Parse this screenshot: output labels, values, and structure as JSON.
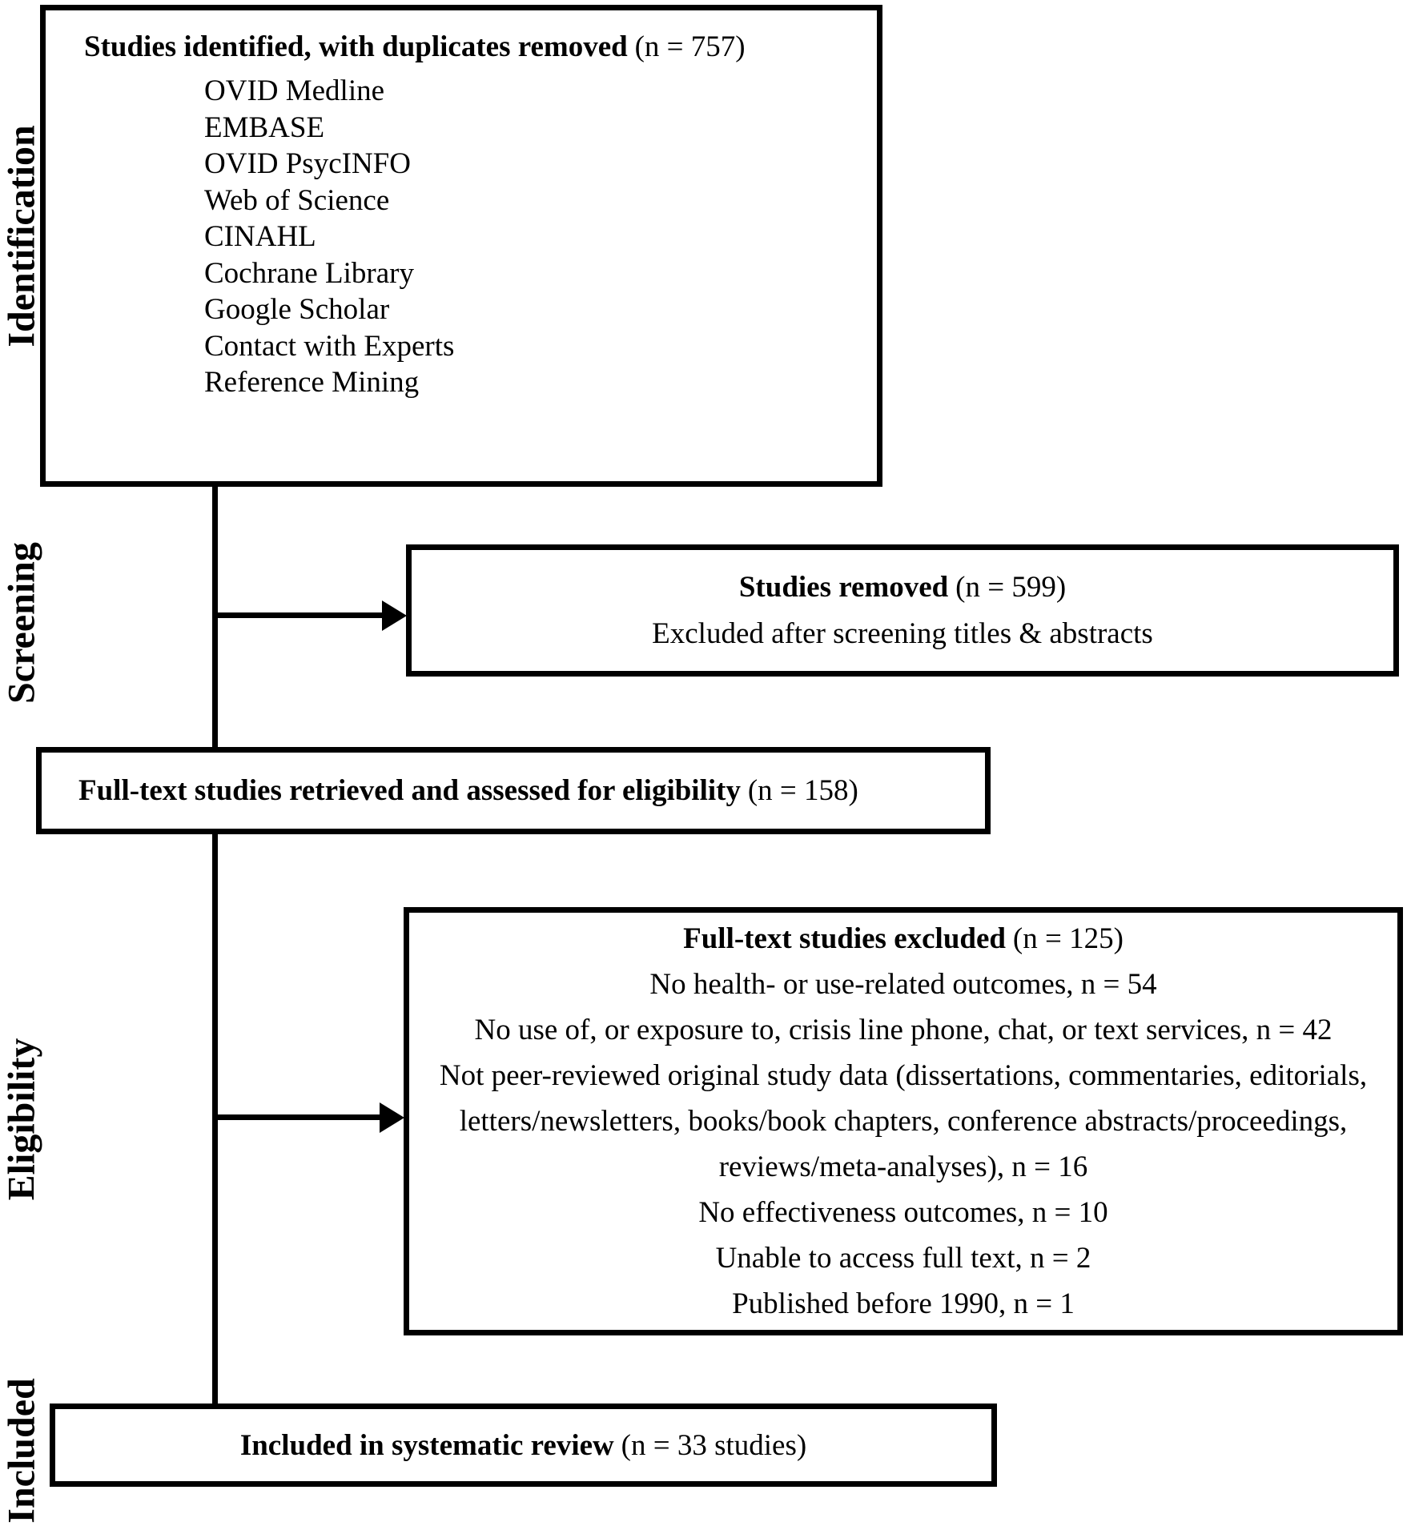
{
  "diagram": {
    "stages": {
      "identification": "Identification",
      "screening": "Screening",
      "eligibility": "Eligibility",
      "included": "Included"
    },
    "boxes": {
      "identified": {
        "title": "Studies identified, with duplicates removed",
        "count": "(n = 757)",
        "sources": [
          "OVID Medline",
          "EMBASE",
          "OVID PsycINFO",
          "Web of Science",
          "CINAHL",
          "Cochrane Library",
          "Google Scholar",
          "Contact with Experts",
          "Reference Mining"
        ]
      },
      "removed": {
        "title": "Studies removed",
        "count": "(n = 599)",
        "detail": "Excluded after screening titles & abstracts"
      },
      "fulltext": {
        "title": "Full-text studies retrieved and assessed for eligibility",
        "count": "(n = 158)"
      },
      "excluded": {
        "title": "Full-text studies excluded",
        "count": "(n = 125)",
        "reasons": [
          "No health- or use-related outcomes, n = 54",
          "No use of, or exposure to, crisis line phone, chat, or text services, n = 42",
          "Not peer-reviewed original study data (dissertations, commentaries, editorials, letters/newsletters, books/book chapters, conference abstracts/proceedings, reviews/meta-analyses), n = 16",
          "No effectiveness outcomes, n = 10",
          "Unable to access full text, n = 2",
          "Published before 1990, n = 1"
        ]
      },
      "included": {
        "title": "Included in systematic review",
        "count": "(n = 33 studies)"
      }
    },
    "colors": {
      "ink": "#000000",
      "paper": "#ffffff"
    }
  }
}
